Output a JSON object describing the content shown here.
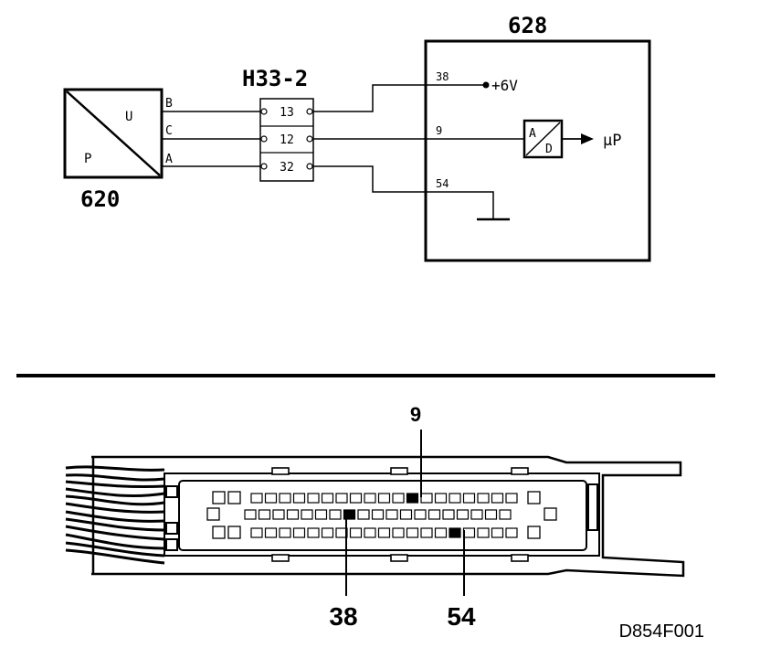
{
  "schematic": {
    "sensor": {
      "id": "620",
      "pin_u": "U",
      "pin_p": "P"
    },
    "connector": {
      "id": "H33-2",
      "pins": [
        "13",
        "12",
        "32"
      ],
      "wires": [
        "B",
        "C",
        "A"
      ]
    },
    "ecu": {
      "id": "628",
      "pins": [
        "38",
        "9",
        "54"
      ],
      "supply": "+6V",
      "ad_top": "A",
      "ad_bottom": "D",
      "micro": "µP"
    }
  },
  "connector_view": {
    "callouts": [
      "9",
      "38",
      "54"
    ]
  },
  "figure_code": "D854F001"
}
